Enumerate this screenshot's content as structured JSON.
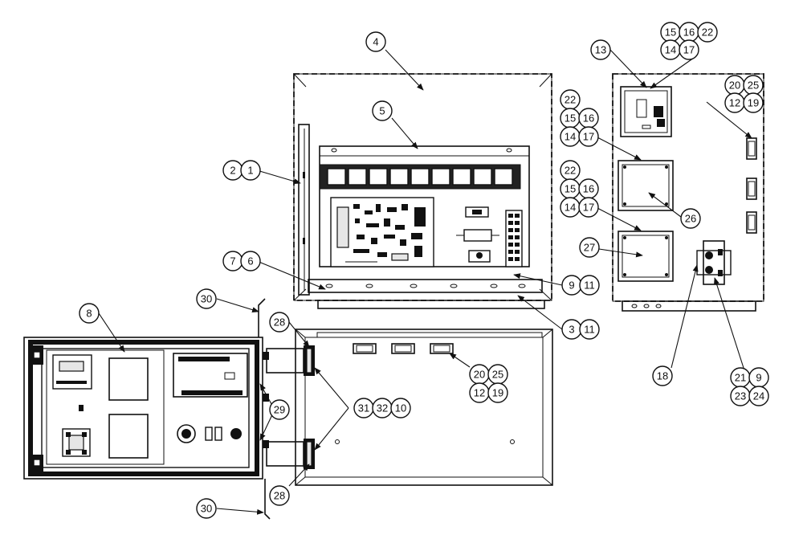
{
  "callouts": {
    "c4": "4",
    "c5": "5",
    "c2_1": [
      "2",
      "1"
    ],
    "c7_6": [
      "7",
      "6"
    ],
    "c9_11": [
      "9",
      "11"
    ],
    "c3_11": [
      "3",
      "11"
    ],
    "c13": "13",
    "c15_16_22": [
      "15",
      "16",
      "22"
    ],
    "c14_17_top": [
      "14",
      "17"
    ],
    "c20_25_right": [
      "20",
      "25"
    ],
    "c12_19_right": [
      "12",
      "19"
    ],
    "c22_left_a": "22",
    "c15_16_a": [
      "15",
      "16"
    ],
    "c14_17_a": [
      "14",
      "17"
    ],
    "c22_left_b": "22",
    "c15_16_b": [
      "15",
      "16"
    ],
    "c14_17_b": [
      "14",
      "17"
    ],
    "c26": "26",
    "c27": "27",
    "c18": "18",
    "c21_9": [
      "21",
      "9"
    ],
    "c23_24": [
      "23",
      "24"
    ],
    "c8": "8",
    "c30_top": "30",
    "c30_bottom": "30",
    "c28_top": "28",
    "c28_bottom": "28",
    "c29": "29",
    "c31_32_10": [
      "31",
      "32",
      "10"
    ],
    "c20_25_bottom": [
      "20",
      "25"
    ],
    "c12_19_bottom": [
      "12",
      "19"
    ]
  }
}
